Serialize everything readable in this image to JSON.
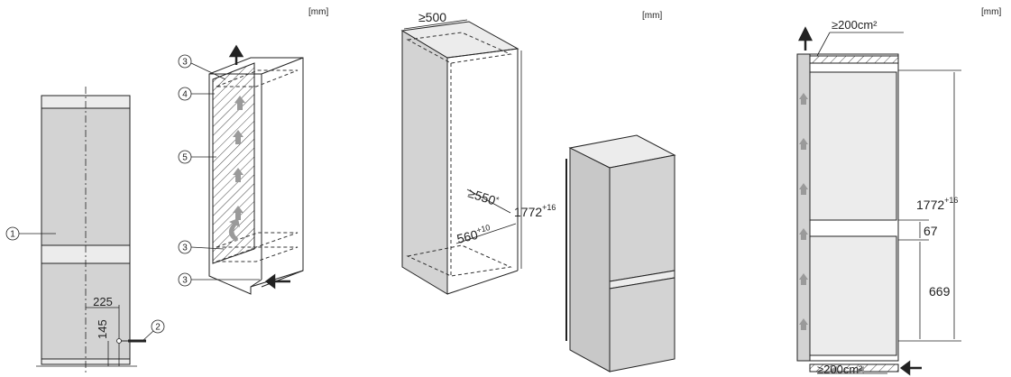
{
  "units": [
    "[mm]",
    "[mm]",
    "[mm]"
  ],
  "fig1": {
    "callout_1": "1",
    "callout_2": "2",
    "dim_225": "225",
    "dim_145": "145"
  },
  "fig2": {
    "callouts": [
      "3",
      "4",
      "5",
      "3",
      "3"
    ]
  },
  "fig3": {
    "depth": "≥500",
    "inner_depth": "≥550",
    "inner_depth_mark": "*",
    "width": "560",
    "width_tol": "+10",
    "height": "1772",
    "height_tol": "+16"
  },
  "fig4": {
    "vent_top": "≥200cm²",
    "vent_bottom": "≥200cm²",
    "height": "1772",
    "height_tol": "+16",
    "gap": "67",
    "lower": "669"
  }
}
